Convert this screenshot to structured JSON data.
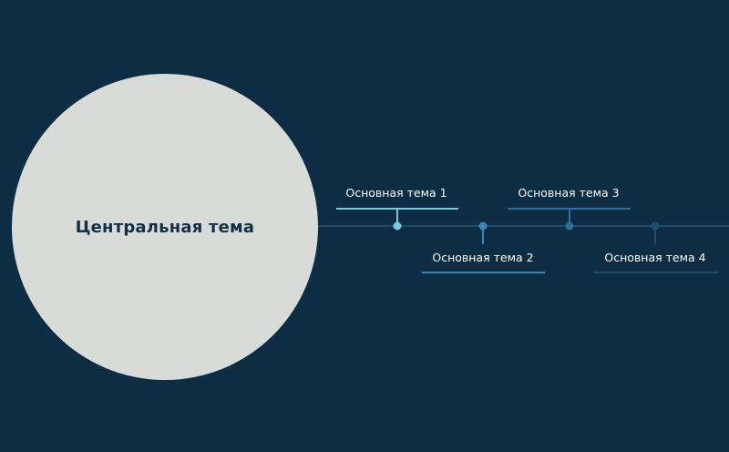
{
  "colors": {
    "background": "#0d2d44",
    "central_fill": "#d9dbd8",
    "central_text": "#0f3048",
    "axis": "#244a66",
    "topic_1": "#7bc7e2",
    "topic_2": "#3d86b4",
    "topic_3": "#2e6d98",
    "topic_4": "#1f4d6e"
  },
  "central": {
    "label": "Центральная тема"
  },
  "topics": [
    {
      "label": "Основная тема 1"
    },
    {
      "label": "Основная тема 2"
    },
    {
      "label": "Основная тема 3"
    },
    {
      "label": "Основная тема 4"
    }
  ]
}
